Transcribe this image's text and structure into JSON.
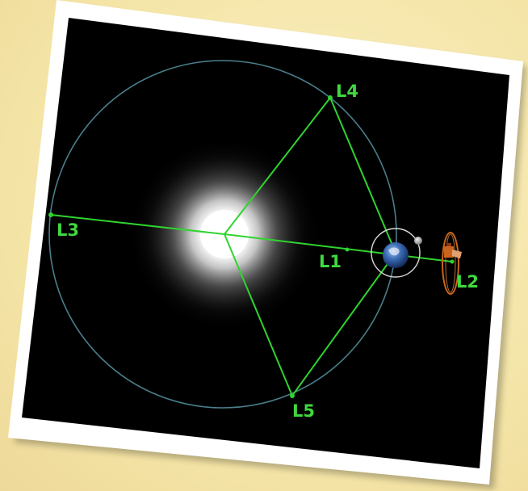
{
  "labels": {
    "l1": "L1",
    "l2": "L2",
    "l3": "L3",
    "l4": "L4",
    "l5": "L5"
  },
  "colors": {
    "background": "#f6eab0",
    "card_border": "#ffffff",
    "space": "#000000",
    "orbit": "#4a7f8c",
    "lines": "#2fd42f",
    "labels": "#3fd83f"
  },
  "icons": {
    "sun": "sun-icon",
    "earth": "earth-icon",
    "moon": "moon-icon",
    "spacecraft": "spacecraft-icon"
  }
}
